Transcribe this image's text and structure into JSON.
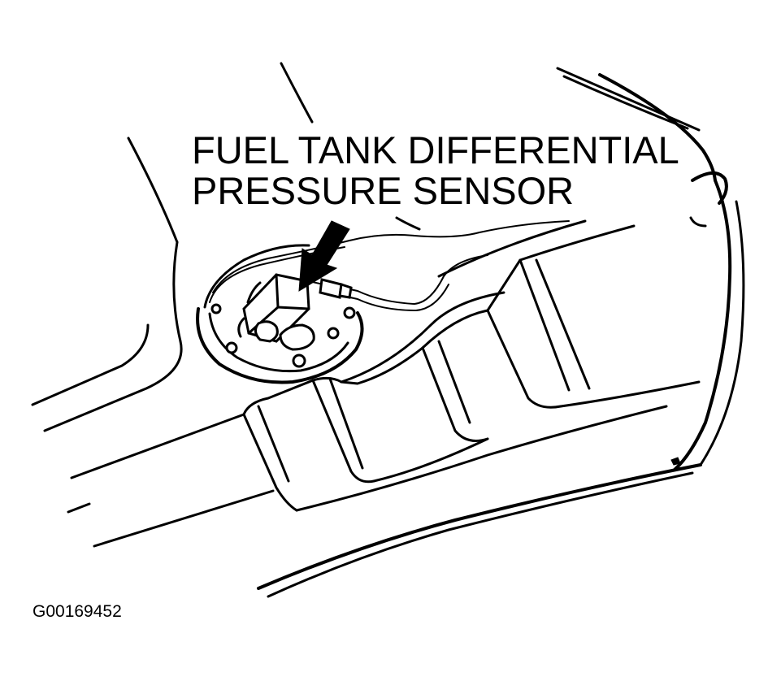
{
  "callout": {
    "line1": "FUEL TANK DIFFERENTIAL",
    "line2": "PRESSURE SENSOR"
  },
  "figure_id": "G00169452",
  "colors": {
    "ink": "#000000",
    "paper": "#ffffff"
  }
}
